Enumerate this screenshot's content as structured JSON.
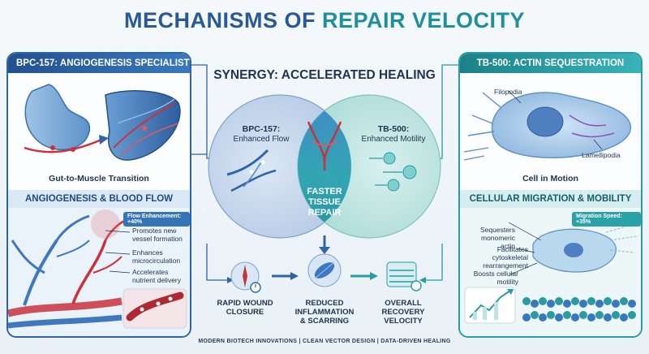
{
  "title": {
    "part1": "MECHANISMS OF",
    "part2": "REPAIR VELOCITY"
  },
  "left_panel": {
    "header": "BPC-157: ANGIOGENESIS SPECIALIST",
    "top_caption": "Gut-to-Muscle Transition",
    "sub_header": "ANGIOGENESIS & BLOOD FLOW",
    "badge": "Flow Enhancement: +40%",
    "bullets": [
      "Promotes new vessel formation",
      "Enhances microcirculation",
      "Accelerates nutrient delivery"
    ]
  },
  "right_panel": {
    "header": "TB-500: ACTIN SEQUESTRATION",
    "labels": {
      "filopodia": "Filopodia",
      "lamellipodia": "Lamellipodia"
    },
    "top_caption": "Cell in Motion",
    "sub_header": "CELLULAR MIGRATION & MOBILITY",
    "badge": "Migration Speed: +35%",
    "bullets": [
      "Sequesters monomeric actin",
      "Facilitates cytoskeletal rearrangement",
      "Boosts cellular motility"
    ]
  },
  "center": {
    "header": "SYNERGY: ACCELERATED HEALING",
    "left_circle": {
      "title": "BPC-157:",
      "subtitle": "Enhanced Flow"
    },
    "right_circle": {
      "title": "TB-500:",
      "subtitle": "Enhanced Motility"
    },
    "core": [
      "FASTER",
      "TISSUE",
      "REPAIR"
    ],
    "steps": [
      {
        "lines": [
          "RAPID WOUND",
          "CLOSURE"
        ]
      },
      {
        "lines": [
          "REDUCED",
          "INFLAMMATION",
          "& SCARRING"
        ]
      },
      {
        "lines": [
          "OVERALL",
          "RECOVERY",
          "VELOCITY"
        ]
      }
    ]
  },
  "footer": "MODERN BIOTECH INNOVATIONS | CLEAN VECTOR DESIGN | DATA-DRIVEN HEALING",
  "colors": {
    "blue": "#2f65a6",
    "teal": "#2a9aa3",
    "vessel_red": "#c8323c"
  }
}
